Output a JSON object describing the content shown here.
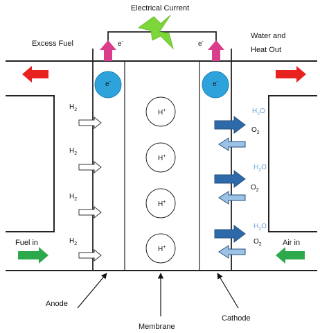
{
  "title": "Electrical Current",
  "labels": {
    "excess_fuel": "Excess Fuel",
    "water_heat_line1": "Water and",
    "water_heat_line2": "Heat Out",
    "fuel_in": "Fuel in",
    "air_in": "Air in",
    "anode": "Anode",
    "membrane": "Membrane",
    "cathode": "Cathode"
  },
  "electron": {
    "base": "e",
    "sup": "-"
  },
  "proton": {
    "base": "H",
    "sup": "+"
  },
  "hydrogen": {
    "base": "H",
    "sub": "2"
  },
  "oxygen": {
    "base": "O",
    "sub": "2"
  },
  "water": {
    "base": "H",
    "sub": "2",
    "tail": "O"
  },
  "colors": {
    "electron_circle": "#2EA3DB",
    "electron_arrow": "#D93D8C",
    "lightning": "#7DD63A",
    "exhaust_arrow": "#E8231F",
    "inlet_arrow": "#2CA94A",
    "water_arrow": "#2E6AAA",
    "oxygen_arrow": "#9CC3E6",
    "water_text": "#6FA4D6"
  }
}
